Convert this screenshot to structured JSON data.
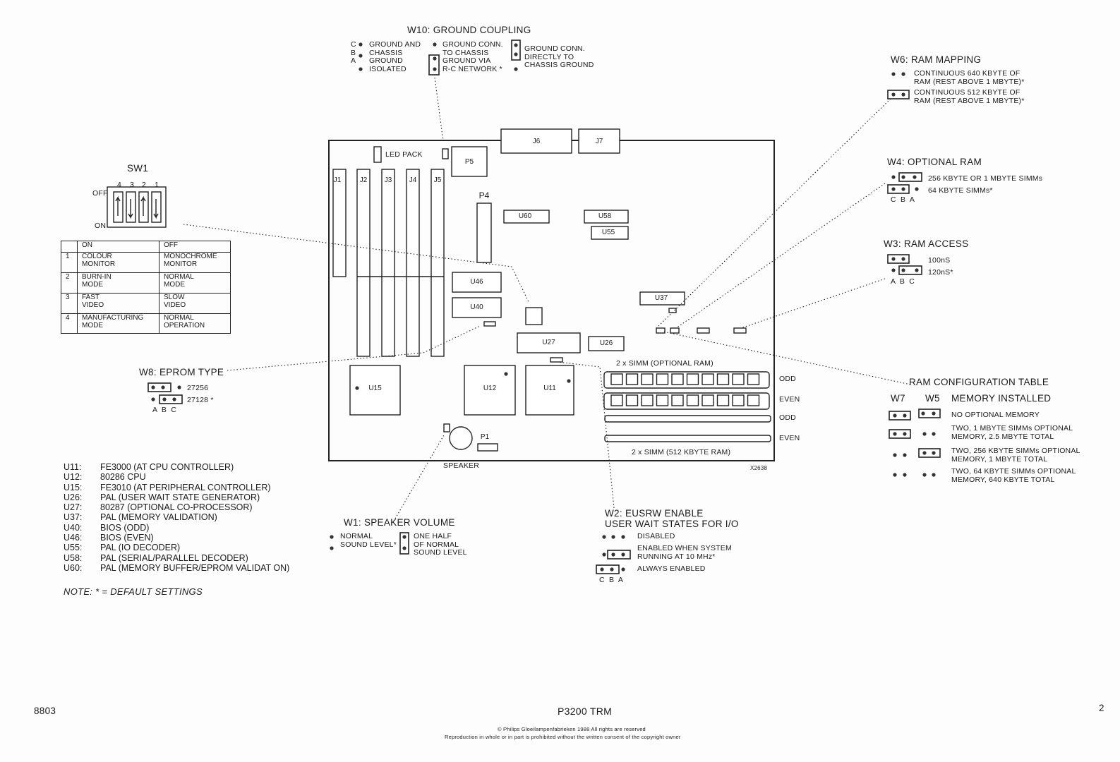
{
  "w10": {
    "title": "W10: GROUND COUPLING",
    "pins": [
      "C",
      "B",
      "A"
    ],
    "opt1": "GROUND AND\nCHASSIS\nGROUND\nISOLATED",
    "opt2": "GROUND CONN.\nTO CHASSIS\nGROUND VIA\nR-C NETWORK *",
    "opt3": "GROUND CONN.\nDIRECTLY TO\nCHASSIS GROUND"
  },
  "w6": {
    "title": "W6: RAM MAPPING",
    "opt1": "CONTINUOUS 640 KBYTE OF\nRAM (REST ABOVE 1 MBYTE)*",
    "opt2": "CONTINUOUS 512 KBYTE OF\nRAM (REST ABOVE 1 MBYTE)*"
  },
  "w4": {
    "title": "W4: OPTIONAL RAM",
    "opt1": "256 KBYTE OR 1 MBYTE SIMMs",
    "opt2": "64 KBYTE SIMMs*",
    "pins": "C  B  A"
  },
  "w3": {
    "title": "W3: RAM ACCESS",
    "opt1": "100nS",
    "opt2": "120nS*",
    "pins": "A  B  C"
  },
  "ramtable": {
    "title": "RAM CONFIGURATION TABLE",
    "col1": "W7",
    "col2": "W5",
    "col3": "MEMORY INSTALLED",
    "rows": [
      "NO OPTIONAL MEMORY",
      "TWO, 1 MBYTE SIMMs OPTIONAL\nMEMORY, 2.5 MBYTE TOTAL",
      "TWO, 256 KBYTE SIMMs OPTIONAL\nMEMORY, 1 MBYTE TOTAL",
      "TWO, 64 KBYTE SIMMs OPTIONAL\nMEMORY, 640 KBYTE TOTAL"
    ]
  },
  "sw1": {
    "title": "SW1",
    "numbers": [
      "4",
      "3",
      "2",
      "1"
    ],
    "off": "OFF",
    "on": "ON",
    "header": [
      "ON",
      "OFF"
    ],
    "rows": [
      [
        "1",
        "COLOUR\nMONITOR",
        "MONOCHROME\nMONITOR"
      ],
      [
        "2",
        "BURN-IN\nMODE",
        "NORMAL\nMODE"
      ],
      [
        "3",
        "FAST\nVIDEO",
        "SLOW\nVIDEO"
      ],
      [
        "4",
        "MANUFACTURING\nMODE",
        "NORMAL\nOPERATION"
      ]
    ]
  },
  "w8": {
    "title": "W8: EPROM TYPE",
    "opt1": "27256",
    "opt2": "27128 *",
    "pins": "A  B  C"
  },
  "board": {
    "j1": "J1",
    "j2": "J2",
    "j3": "J3",
    "j4": "J4",
    "j5": "J5",
    "j6": "J6",
    "j7": "J7",
    "p5": "P5",
    "p4": "P4",
    "p1": "P1",
    "led": "LED PACK",
    "u60": "U60",
    "u58": "U58",
    "u55": "U55",
    "u46": "U46",
    "u40": "U40",
    "u37": "U37",
    "u27": "U27",
    "u26": "U26",
    "u15": "U15",
    "u12": "U12",
    "u11": "U11",
    "simm_opt": "2 x SIMM (OPTIONAL RAM)",
    "simm_512": "2 x SIMM (512 KBYTE RAM)",
    "odd": "ODD",
    "even": "EVEN",
    "speaker": "SPEAKER",
    "ref": "X2638"
  },
  "legend": [
    [
      "U11:",
      "FE3000 (AT CPU CONTROLLER)"
    ],
    [
      "U12:",
      "80286 CPU"
    ],
    [
      "U15:",
      "FE3010 (AT PERIPHERAL CONTROLLER)"
    ],
    [
      "U26:",
      "PAL (USER WAIT STATE GENERATOR)"
    ],
    [
      "U27:",
      "80287 (OPTIONAL CO-PROCESSOR)"
    ],
    [
      "U37:",
      "PAL (MEMORY VALIDATION)"
    ],
    [
      "U40:",
      "BIOS (ODD)"
    ],
    [
      "U46:",
      "BIOS (EVEN)"
    ],
    [
      "U55:",
      "PAL (IO DECODER)"
    ],
    [
      "U58:",
      "PAL (SERIAL/PARALLEL DECODER)"
    ],
    [
      "U60:",
      "PAL (MEMORY BUFFER/EPROM VALIDAT ON)"
    ]
  ],
  "note": "NOTE: * =  DEFAULT SETTINGS",
  "w1": {
    "title": "W1: SPEAKER VOLUME",
    "opt1": "NORMAL\nSOUND LEVEL*",
    "opt2": "ONE HALF\nOF NORMAL\nSOUND LEVEL"
  },
  "w2": {
    "title": "W2: EUSRW ENABLE\nUSER WAIT STATES FOR I/O",
    "opt1": "DISABLED",
    "opt2": "ENABLED WHEN SYSTEM\nRUNNING AT 10 MHz*",
    "opt3": "ALWAYS ENABLED",
    "pins": "C  B  A"
  },
  "footer": {
    "left": "8803",
    "center": "P3200 TRM",
    "page": "2",
    "copyright": "© Philips  Gloeilampenfabrieken 1988  All rights are reserved",
    "repro": "Reproduction in whole or in part is prohibited without the written consent of the copyright owner"
  }
}
